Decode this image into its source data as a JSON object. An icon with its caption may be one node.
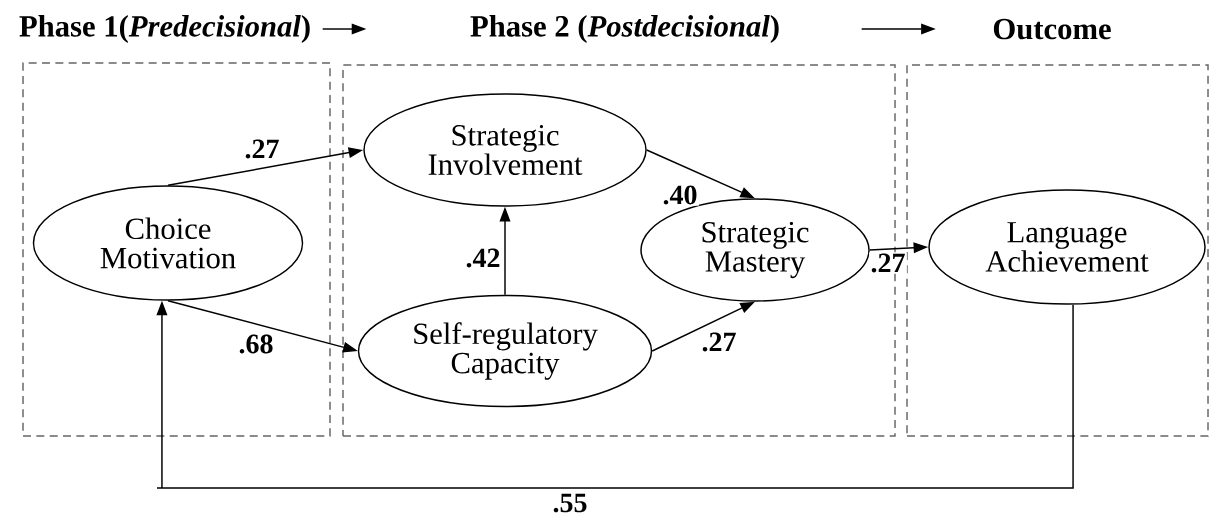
{
  "diagram": {
    "nodes": [
      {
        "text": [
          "Phase 1(*Predecisional*)"
        ]
      },
      {
        "text": [
          "Phase 2 (*Postdecisional*)"
        ]
      },
      {
        "text": [
          "Outcome"
        ]
      },
      {
        "text": [
          "Choice Motivation"
        ],
        "in": 0
      },
      {
        "text": [
          "Strategic Involvement"
        ],
        "in": 1
      },
      {
        "text": [
          "Self-regulatory Capacity"
        ],
        "in": 1
      },
      {
        "text": [
          "Strategic Mastery"
        ],
        "in": 1
      },
      {
        "text": [
          "Language Achievement"
        ],
        "in": 2
      }
    ],
    "edges": [
      {
        "from": 0,
        "to": 1,
        "arrow": "to"
      },
      {
        "from": 1,
        "to": 2,
        "arrow": "to"
      },
      {
        "from": 3,
        "to": 4,
        "arrow": "to",
        "label": ".27"
      },
      {
        "from": 3,
        "to": 5,
        "arrow": "to",
        "label": ".68"
      },
      {
        "from": 5,
        "to": 4,
        "arrow": "to",
        "label": ".42"
      },
      {
        "from": 4,
        "to": 6,
        "arrow": "to",
        "label": ".40"
      },
      {
        "from": 5,
        "to": 6,
        "arrow": "to",
        "label": ".27"
      },
      {
        "from": 6,
        "to": 7,
        "arrow": "to",
        "label": ".27"
      },
      {
        "from": 7,
        "to": 3,
        "arrow": "to",
        "label": ".55"
      }
    ]
  }
}
